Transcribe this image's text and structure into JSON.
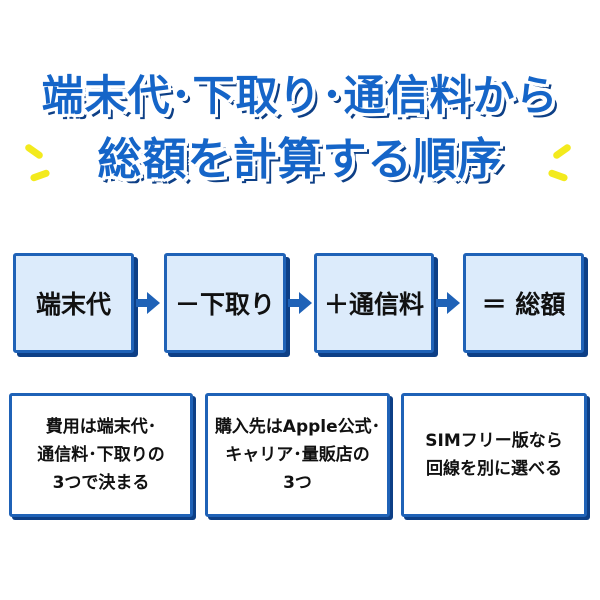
{
  "title": {
    "line1": "端末代･下取り･通信料から",
    "line2": "総額を計算する順序"
  },
  "steps": [
    "端末代",
    "－下取り",
    "＋通信料",
    "＝ 総額"
  ],
  "notes": [
    "費用は端末代･\n通信料･下取りの\n3つで決まる",
    "購入先はApple公式･\nキャリア･量販店の\n3つ",
    "SIMフリー版なら\n回線を別に選べる"
  ],
  "colors": {
    "title_blue": "#1565c8",
    "title_shadow": "#0d3f86",
    "box_fill": "#dcebfb",
    "border_blue": "#1f62b7",
    "accent_yellow": "#f3ea1d"
  }
}
